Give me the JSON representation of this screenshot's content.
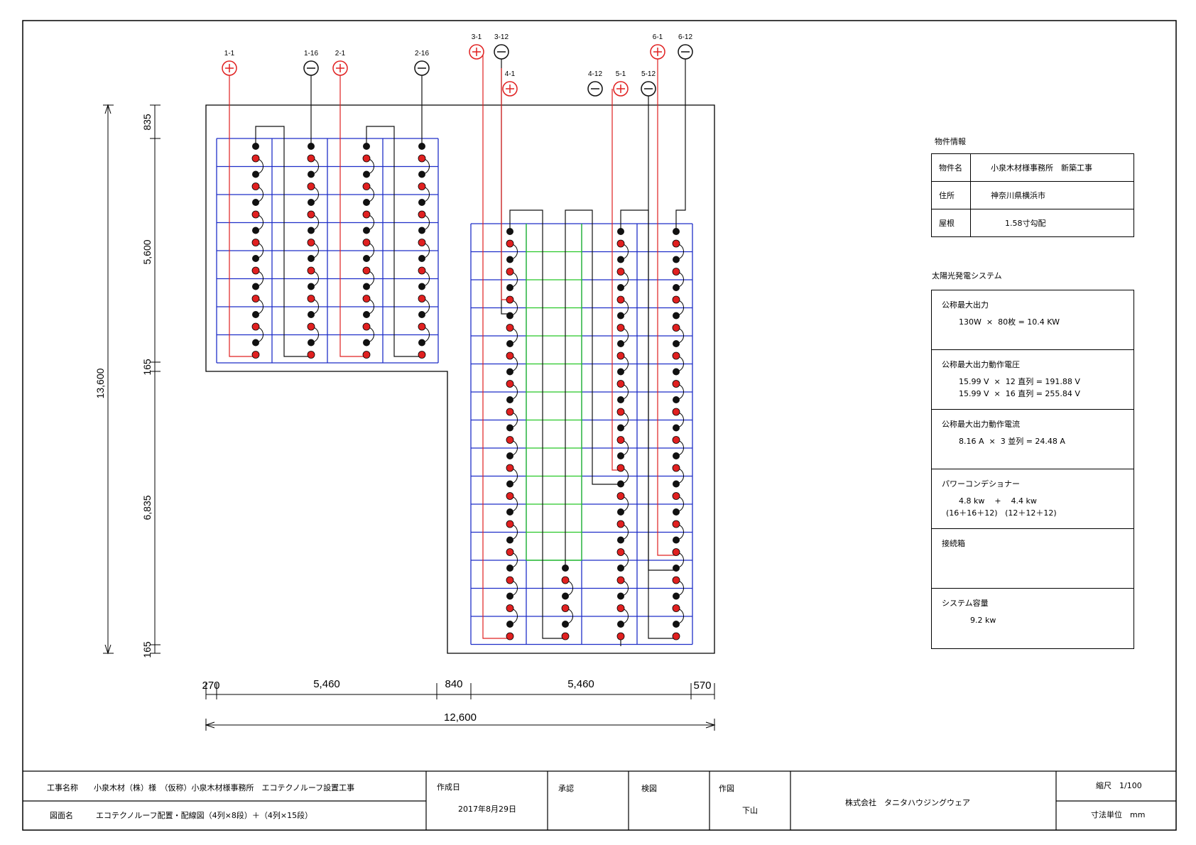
{
  "terminals": {
    "plus": [
      {
        "label": "1-1"
      },
      {
        "label": "2-1"
      },
      {
        "label": "3-1"
      },
      {
        "label": "4-1"
      },
      {
        "label": "5-1"
      },
      {
        "label": "6-1"
      }
    ],
    "minus": [
      {
        "label": "1-16"
      },
      {
        "label": "2-16"
      },
      {
        "label": "3-12"
      },
      {
        "label": "4-12"
      },
      {
        "label": "5-12"
      },
      {
        "label": "6-12"
      }
    ]
  },
  "dimensions": {
    "vertical": {
      "total": "13,600",
      "top": "835",
      "upper": "5,600",
      "gap": "165",
      "lower": "6,835",
      "bottom": "165"
    },
    "horizontal": {
      "left_margin": "270",
      "left_width": "5,460",
      "gap": "840",
      "right_width": "5,460",
      "right_margin": "570",
      "total": "12,600"
    }
  },
  "property": {
    "heading": "物件情報",
    "rows": [
      {
        "label": "物件名",
        "value": "小泉木材様事務所　新築工事"
      },
      {
        "label": "住所",
        "value": "神奈川県横浜市"
      },
      {
        "label": "屋根",
        "value": "1.58寸勾配"
      }
    ]
  },
  "system": {
    "heading": "太陽光発電システム",
    "sections": [
      {
        "title": "公称最大出力",
        "lines": [
          "130W  ×  80枚 = 10.4 KW"
        ]
      },
      {
        "title": "公称最大出力動作電圧",
        "lines": [
          "15.99 V  ×  12 直列 = 191.88 V",
          "15.99 V  ×  16 直列 = 255.84 V"
        ]
      },
      {
        "title": "公称最大出力動作電流",
        "lines": [
          "8.16 A  ×  3 並列 = 24.48 A"
        ]
      },
      {
        "title": "パワーコンデショナー",
        "lines": [
          "4.8 kw    +    4.4 kw",
          "(16＋16＋12)   (12＋12＋12)"
        ]
      },
      {
        "title": "接続箱",
        "lines": []
      },
      {
        "title": "システム容量",
        "lines": [
          "9.2 kw"
        ]
      }
    ]
  },
  "title_block": {
    "project_label": "工事名称",
    "project_value": "小泉木材（株）様　（仮称）小泉木材様事務所　エコテクノルーフ設置工事",
    "drawing_label": "図面名",
    "drawing_value": "エコテクノルーフ配置・配線図（4列×8段）＋（4列×15段）",
    "date_label": "作成日",
    "date_value": "2017年8月29日",
    "approve_label": "承認",
    "check_label": "検図",
    "drawn_label": "作図",
    "drawn_value": "下山",
    "company": "株式会社　タニタハウジングウェア",
    "scale": "縮尺　1/100",
    "unit": "寸法単位　mm"
  },
  "colors": {
    "panel_grid": "#1f2fc8",
    "empty_grid": "#28c828",
    "positive": "#e02020",
    "negative": "#111111",
    "line": "#000000"
  }
}
